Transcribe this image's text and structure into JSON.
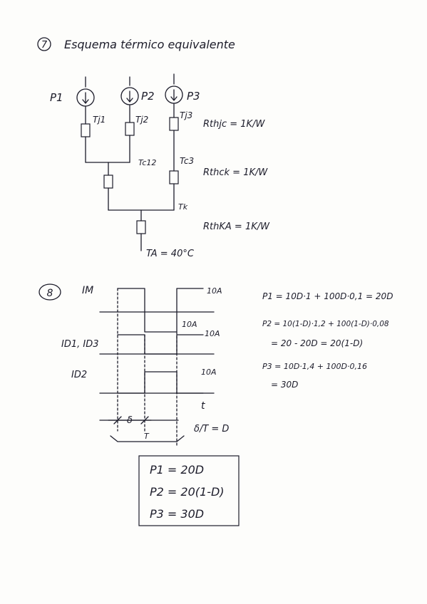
{
  "problem7": {
    "number": "7",
    "title": "Esquema térmico equivalente",
    "sources": [
      {
        "power": "P1",
        "junction": "Tj1"
      },
      {
        "power": "P2",
        "junction": "Tj2"
      },
      {
        "power": "P3",
        "junction": "Tj3"
      }
    ],
    "node_c12": "Tc12",
    "node_c3": "Tc3",
    "node_k": "Tk",
    "ambient": "TA = 40°C",
    "rth_jc": "Rthjc = 1K/W",
    "rth_ck": "Rthck = 1K/W",
    "rth_ka": "RthKA = 1K/W"
  },
  "problem8": {
    "number": "8",
    "waveforms": [
      {
        "label": "IM",
        "amplitude": "10A"
      },
      {
        "label": "ID1, ID3",
        "amplitude": "10A"
      },
      {
        "label": "ID2",
        "amplitude": "10A"
      }
    ],
    "im_low": "10A",
    "time_axis": "t",
    "delta": "δ",
    "period": "T",
    "duty": "δ/T = D",
    "equations": [
      "P1 = 10D·1 + 100D·0,1 = 20D",
      "P2 = 10(1-D)·1,2 + 100(1-D)·0,08",
      "= 20 - 20D = 20(1-D)",
      "P3 = 10D·1,4 + 100D·0,16",
      "= 30D"
    ],
    "results": [
      "P1 = 20D",
      "P2 = 20(1-D)",
      "P3 = 30D"
    ]
  }
}
